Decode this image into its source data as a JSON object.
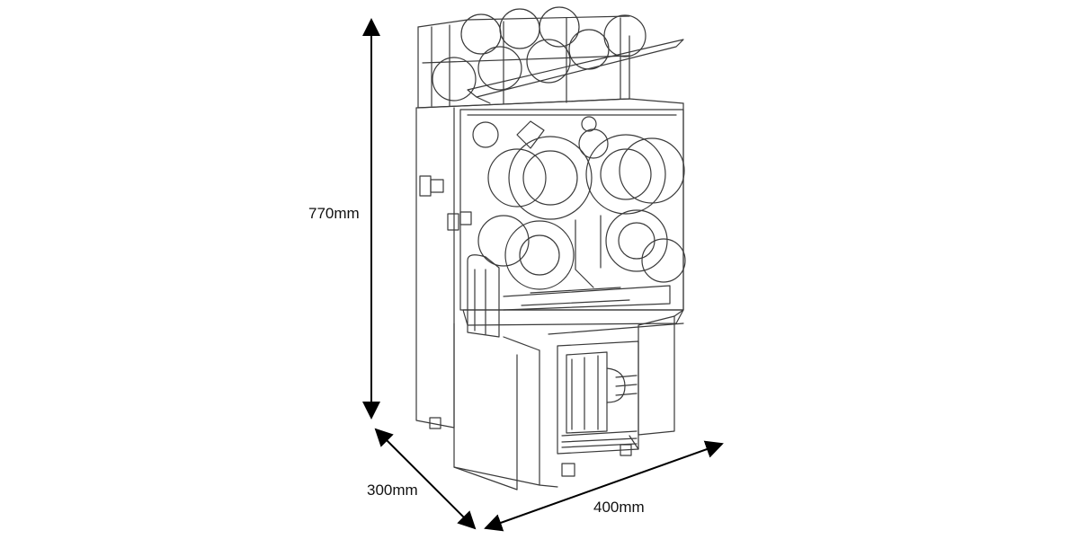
{
  "dimensions": {
    "height": "770mm",
    "depth": "300mm",
    "width": "400mm"
  },
  "colors": {
    "line": "#3a3a3a",
    "arrow": "#000000",
    "background": "#ffffff"
  }
}
